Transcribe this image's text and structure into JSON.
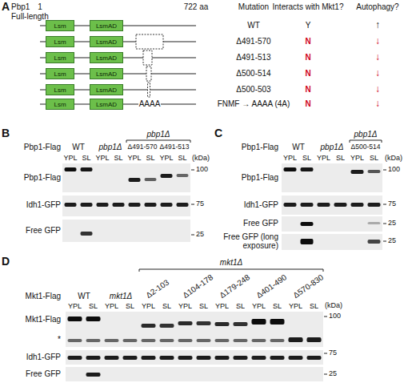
{
  "diagram": {
    "nodes": [
      {
        "text": [
          "Lsm"
        ]
      },
      {
        "text": [
          "LsmAD"
        ]
      },
      {
        "text": [
          "Lsm"
        ]
      },
      {
        "text": [
          "LsmAD"
        ]
      },
      {
        "text": [
          "Lsm"
        ]
      },
      {
        "text": [
          "LsmAD"
        ]
      },
      {
        "text": [
          "Lsm"
        ]
      },
      {
        "text": [
          "LsmAD"
        ]
      },
      {
        "text": [
          "Lsm"
        ]
      },
      {
        "text": [
          "LsmAD"
        ]
      },
      {
        "text": [
          "Lsm"
        ]
      },
      {
        "text": [
          "LsmAD"
        ]
      }
    ],
    "labels": [
      "A",
      "Pbp1",
      "Full-length",
      "1",
      "722 aa",
      "AAAA",
      "Mutation",
      "Interacts with Mkt1?",
      "Autophagy?",
      "WT",
      "Y",
      "↑",
      "Δ491-570",
      "N",
      "↓",
      "Δ491-513",
      "N",
      "↓",
      "Δ500-514",
      "N",
      "↓",
      "Δ500-503",
      "N",
      "↓",
      "FNMF → AAAA (4A)",
      "N",
      "↓",
      "B",
      "pbp1Δ",
      "Pbp1-Flag",
      "WT",
      "pbp1Δ",
      "Δ491-570",
      "Δ491-513",
      "YPL",
      "SL",
      "YPL",
      "SL",
      "YPL",
      "SL",
      "YPL",
      "SL",
      "Pbp1-Flag",
      "Idh1-GFP",
      "Free GFP",
      "(kDa)",
      "100",
      "75",
      "25",
      "C",
      "pbp1Δ",
      "Pbp1-Flag",
      "WT",
      "pbp1Δ",
      "Δ500-514",
      "YPL",
      "SL",
      "YPL",
      "SL",
      "YPL",
      "SL",
      "Pbp1-Flag",
      "Idh1-GFP",
      "Free GFP",
      "Free GFP (long exposure)",
      "(kDa)",
      "100",
      "75",
      "25",
      "25",
      "D",
      "mkt1Δ",
      "Mkt1-Flag",
      "WT",
      "mkt1Δ",
      "Δ2-103",
      "Δ104-178",
      "Δ179-248",
      "Δ401-490",
      "Δ570-830",
      "YPL",
      "SL",
      "YPL",
      "SL",
      "YPL",
      "SL",
      "YPL",
      "SL",
      "YPL",
      "SL",
      "YPL",
      "SL",
      "YPL",
      "SL",
      "Mkt1-Flag",
      "*",
      "Idh1-GFP",
      "Free GFP",
      "(kDa)",
      "100",
      "75",
      "25"
    ]
  }
}
